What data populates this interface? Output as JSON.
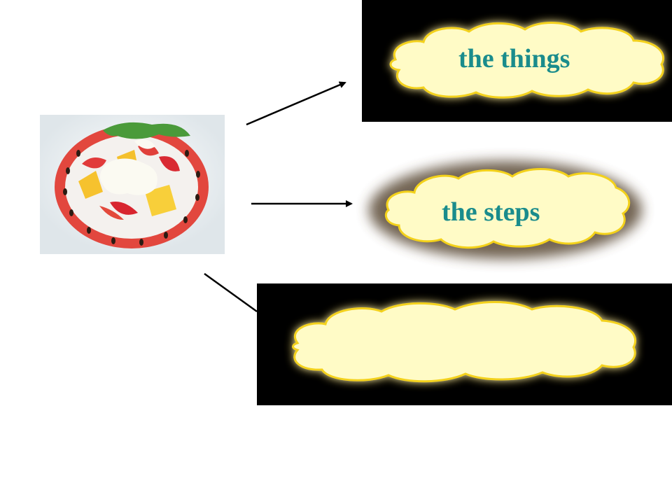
{
  "slide": {
    "background_color": "#ffffff",
    "panel_color": "#000000",
    "cloud_fill": "#fffbc6",
    "cloud_glow": "#f3d11a",
    "text_color": "#1a8c8c"
  },
  "image": {
    "subject": "fruit-salad-bowl"
  },
  "clouds": [
    {
      "label": "the things"
    },
    {
      "label": "the steps"
    },
    {
      "label": ""
    }
  ]
}
